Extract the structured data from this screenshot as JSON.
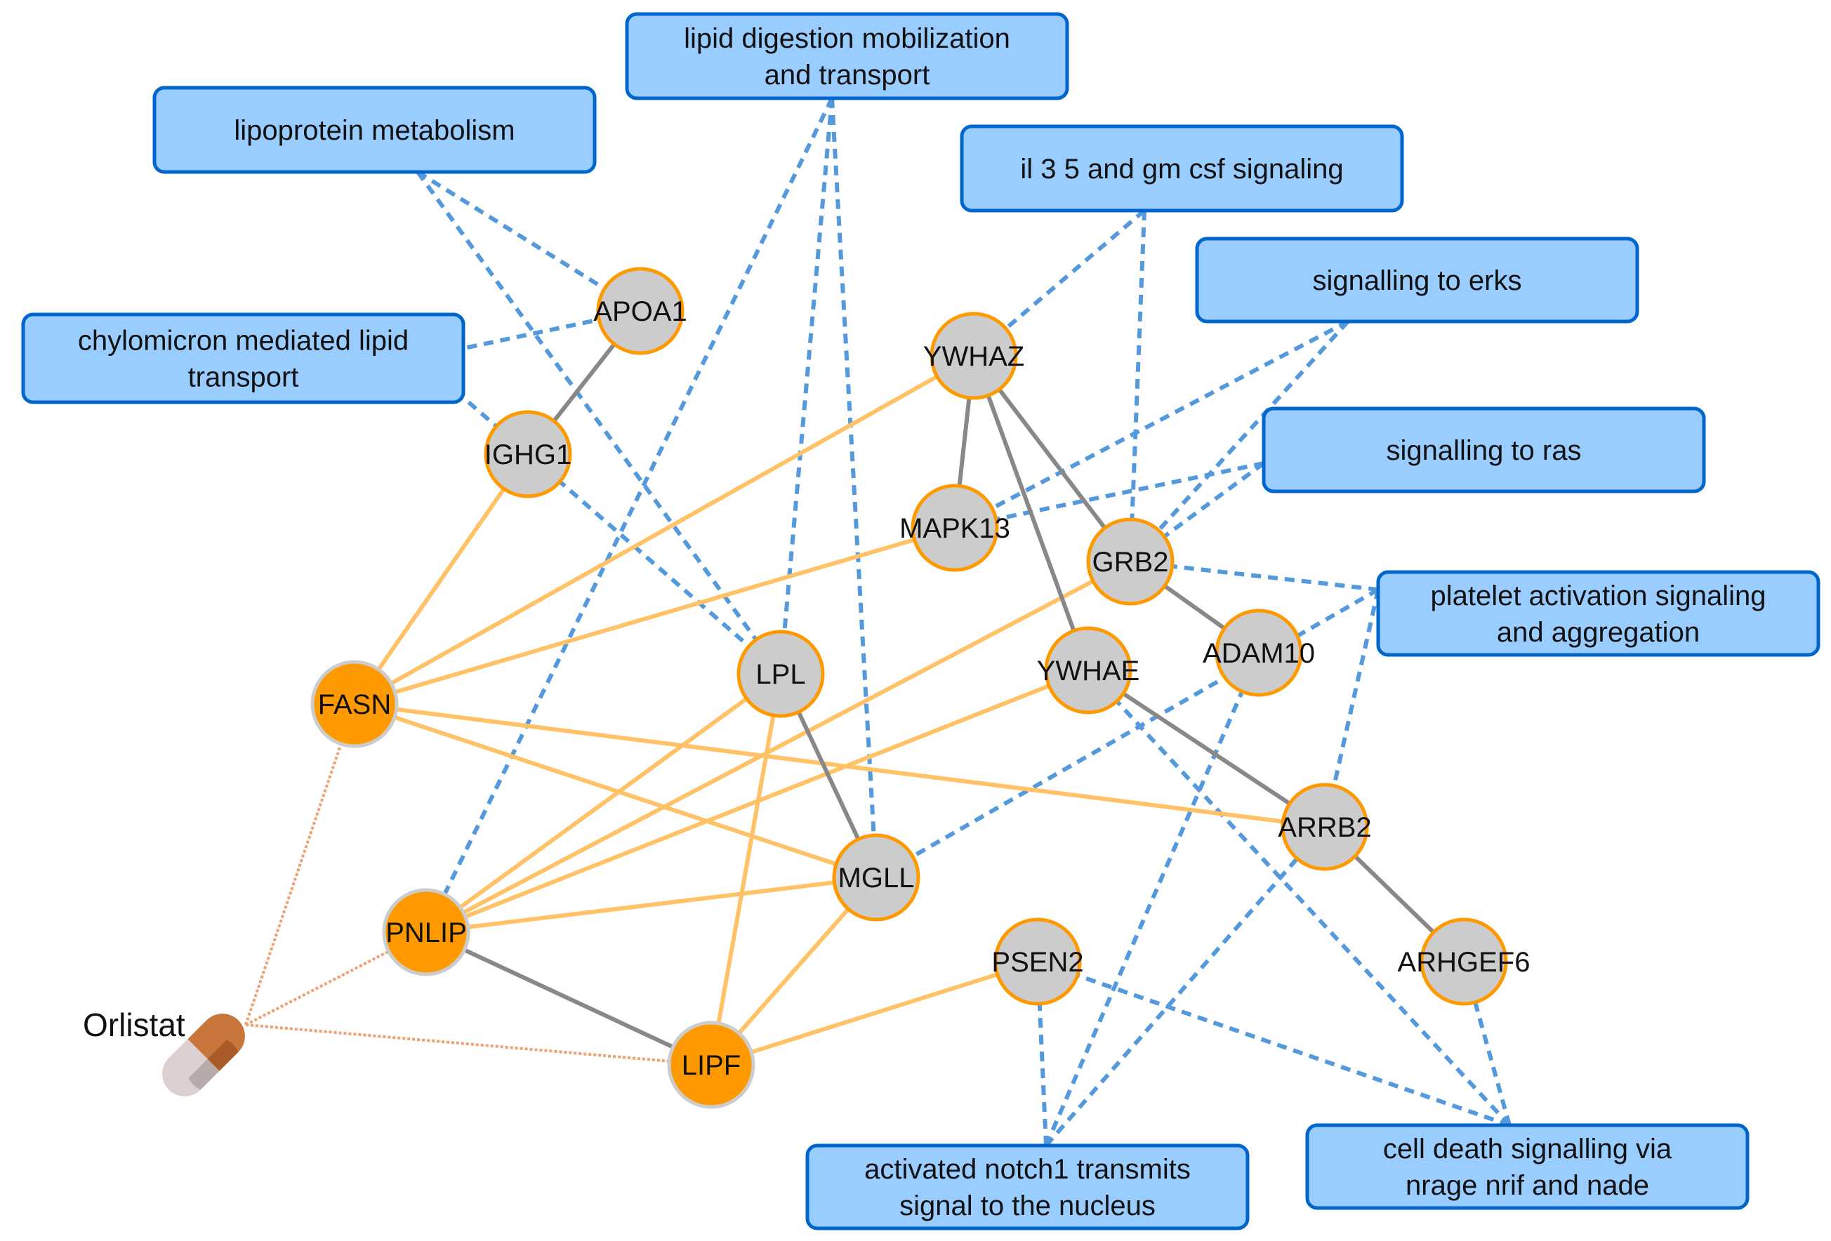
{
  "colors": {
    "target_node": "#ff9900",
    "other_node": "#cccccc",
    "node_stroke_orange": "#ff9900",
    "node_stroke_grey": "#cccccc",
    "ppi_edge": "#888888",
    "target_edge": "#ffc266",
    "pathway_edge": "#5599dd",
    "drug_edge": "#f0a070",
    "pathway_fill": "#99ccff",
    "pathway_stroke": "#0066cc"
  },
  "drug": {
    "label": "Orlistat",
    "icon": "capsule-icon"
  },
  "nodes": [
    {
      "id": "APOA1",
      "label": "APOA1",
      "type": "other"
    },
    {
      "id": "IGHG1",
      "label": "IGHG1",
      "type": "other"
    },
    {
      "id": "FASN",
      "label": "FASN",
      "type": "target"
    },
    {
      "id": "LPL",
      "label": "LPL",
      "type": "other"
    },
    {
      "id": "YWHAZ",
      "label": "YWHAZ",
      "type": "other"
    },
    {
      "id": "MAPK13",
      "label": "MAPK13",
      "type": "other"
    },
    {
      "id": "GRB2",
      "label": "GRB2",
      "type": "other"
    },
    {
      "id": "YWHAE",
      "label": "YWHAE",
      "type": "other"
    },
    {
      "id": "ADAM10",
      "label": "ADAM10",
      "type": "other"
    },
    {
      "id": "MGLL",
      "label": "MGLL",
      "type": "other"
    },
    {
      "id": "ARRB2",
      "label": "ARRB2",
      "type": "other"
    },
    {
      "id": "PNLIP",
      "label": "PNLIP",
      "type": "target"
    },
    {
      "id": "PSEN2",
      "label": "PSEN2",
      "type": "other"
    },
    {
      "id": "ARHGEF6",
      "label": "ARHGEF6",
      "type": "other"
    },
    {
      "id": "LIPF",
      "label": "LIPF",
      "type": "target"
    }
  ],
  "pathways": [
    {
      "id": "lipid_digestion",
      "lines": [
        "lipid digestion mobilization",
        "and transport"
      ]
    },
    {
      "id": "lipoprotein",
      "lines": [
        "lipoprotein metabolism"
      ]
    },
    {
      "id": "il35",
      "lines": [
        "il 3 5 and gm csf signaling"
      ]
    },
    {
      "id": "erks",
      "lines": [
        "signalling to erks"
      ]
    },
    {
      "id": "chylomicron",
      "lines": [
        "chylomicron mediated lipid",
        "transport"
      ]
    },
    {
      "id": "ras",
      "lines": [
        "signalling to ras"
      ]
    },
    {
      "id": "platelet",
      "lines": [
        "platelet activation signaling",
        "and aggregation"
      ]
    },
    {
      "id": "notch1",
      "lines": [
        "activated notch1 transmits",
        "signal to the nucleus"
      ]
    },
    {
      "id": "cell_death",
      "lines": [
        "cell death signalling via",
        "nrage nrif and nade"
      ]
    }
  ],
  "ppi_edges": [
    [
      "APOA1",
      "IGHG1"
    ],
    [
      "YWHAZ",
      "MAPK13"
    ],
    [
      "YWHAZ",
      "GRB2"
    ],
    [
      "YWHAZ",
      "YWHAE"
    ],
    [
      "GRB2",
      "ADAM10"
    ],
    [
      "LPL",
      "MGLL"
    ],
    [
      "YWHAE",
      "ARRB2"
    ],
    [
      "ARRB2",
      "ARHGEF6"
    ],
    [
      "PNLIP",
      "LIPF"
    ]
  ],
  "target_edges": [
    [
      "FASN",
      "IGHG1"
    ],
    [
      "FASN",
      "YWHAZ"
    ],
    [
      "FASN",
      "MAPK13"
    ],
    [
      "FASN",
      "MGLL"
    ],
    [
      "FASN",
      "ARRB2"
    ],
    [
      "PNLIP",
      "LPL"
    ],
    [
      "PNLIP",
      "GRB2"
    ],
    [
      "PNLIP",
      "YWHAE"
    ],
    [
      "PNLIP",
      "MGLL"
    ],
    [
      "LIPF",
      "LPL"
    ],
    [
      "LIPF",
      "MGLL"
    ],
    [
      "LIPF",
      "PSEN2"
    ]
  ],
  "pathway_edges": [
    [
      "lipoprotein",
      "APOA1"
    ],
    [
      "lipoprotein",
      "LPL"
    ],
    [
      "chylomicron",
      "APOA1"
    ],
    [
      "chylomicron",
      "LPL"
    ],
    [
      "lipid_digestion",
      "PNLIP"
    ],
    [
      "lipid_digestion",
      "LPL"
    ],
    [
      "lipid_digestion",
      "MGLL"
    ],
    [
      "il35",
      "YWHAZ"
    ],
    [
      "il35",
      "GRB2"
    ],
    [
      "erks",
      "MAPK13"
    ],
    [
      "erks",
      "GRB2"
    ],
    [
      "ras",
      "MAPK13"
    ],
    [
      "ras",
      "GRB2"
    ],
    [
      "platelet",
      "GRB2"
    ],
    [
      "platelet",
      "MGLL"
    ],
    [
      "platelet",
      "ARRB2"
    ],
    [
      "notch1",
      "PSEN2"
    ],
    [
      "notch1",
      "ADAM10"
    ],
    [
      "notch1",
      "ARRB2"
    ],
    [
      "cell_death",
      "PSEN2"
    ],
    [
      "cell_death",
      "YWHAE"
    ],
    [
      "cell_death",
      "ARHGEF6"
    ]
  ],
  "drug_edges": [
    "FASN",
    "PNLIP",
    "LIPF"
  ]
}
